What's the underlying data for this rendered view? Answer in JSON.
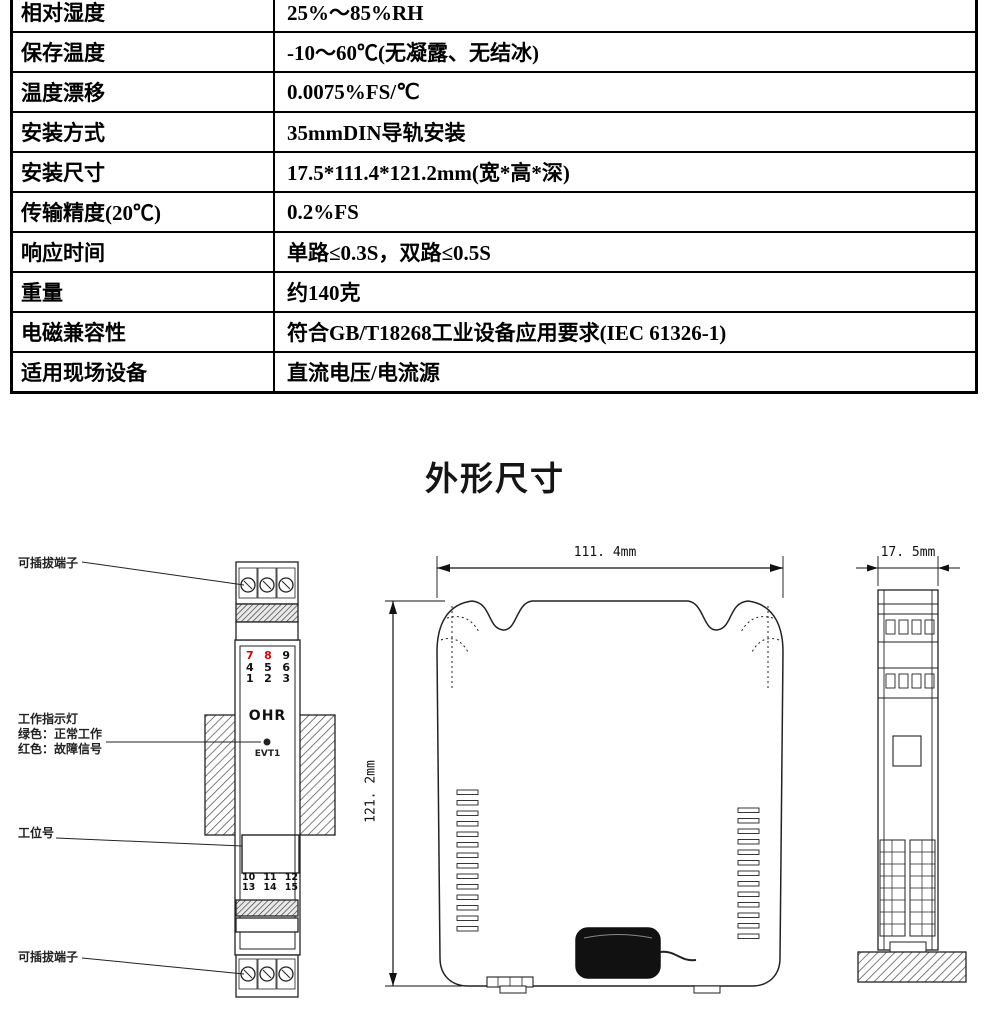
{
  "spec_table": {
    "rows": [
      {
        "label": "相对湿度",
        "value": "25%～85%RH"
      },
      {
        "label": "保存温度",
        "value": "-10～60℃(无凝露、无结冰)"
      },
      {
        "label": "温度漂移",
        "value": "0.0075%FS/℃"
      },
      {
        "label": "安装方式",
        "value": "35mmDIN导轨安装"
      },
      {
        "label": "安装尺寸",
        "value": "17.5*111.4*121.2mm(宽*高*深)"
      },
      {
        "label": "传输精度(20℃)",
        "value": "0.2%FS"
      },
      {
        "label": "响应时间",
        "value": "单路≤0.3S，双路≤0.5S"
      },
      {
        "label": "重量",
        "value": "约140克"
      },
      {
        "label": "电磁兼容性",
        "value": "符合GB/T18268工业设备应用要求(IEC 61326-1)"
      },
      {
        "label": "适用现场设备",
        "value": "直流电压/电流源"
      }
    ]
  },
  "section_title": "外形尺寸",
  "front_view": {
    "label_top_terminal": "可插拔端子",
    "label_bottom_terminal": "可插拔端子",
    "indicator_title": "工作指示灯",
    "indicator_green": "绿色：正常工作",
    "indicator_red": "红色：故障信号",
    "station_label": "工位号",
    "brand": "OHR",
    "led_label": "EVT1",
    "top_rows": [
      [
        "7",
        "8",
        "9"
      ],
      [
        "4",
        "5",
        "6"
      ],
      [
        "1",
        "2",
        "3"
      ]
    ],
    "bottom_rows": [
      [
        "10",
        "11",
        "12"
      ],
      [
        "13",
        "14",
        "15"
      ]
    ]
  },
  "dimensions": {
    "width": "111. 4mm",
    "height": "121. 2mm",
    "depth": "17. 5mm"
  },
  "colors": {
    "line": "#222222",
    "red_terminal": "#e60000",
    "table_border": "#000000",
    "background": "#ffffff"
  }
}
